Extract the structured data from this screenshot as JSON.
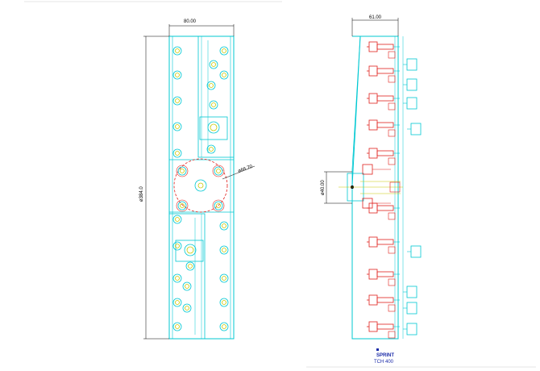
{
  "colors": {
    "background": "#ffffff",
    "outline": "#00c8d2",
    "hydraulic": "#e0201c",
    "component": "#c8c800",
    "dimension": "#000000",
    "logo": "#1a2aa8"
  },
  "left_view": {
    "dim_width": "80.00",
    "dim_height": "ø384.0",
    "dim_circle": "ø66.70"
  },
  "right_view": {
    "dim_width": "61.00",
    "dim_side": "ø40.00"
  },
  "logo": {
    "brand": "SPRINT",
    "model": "TCH 400"
  }
}
